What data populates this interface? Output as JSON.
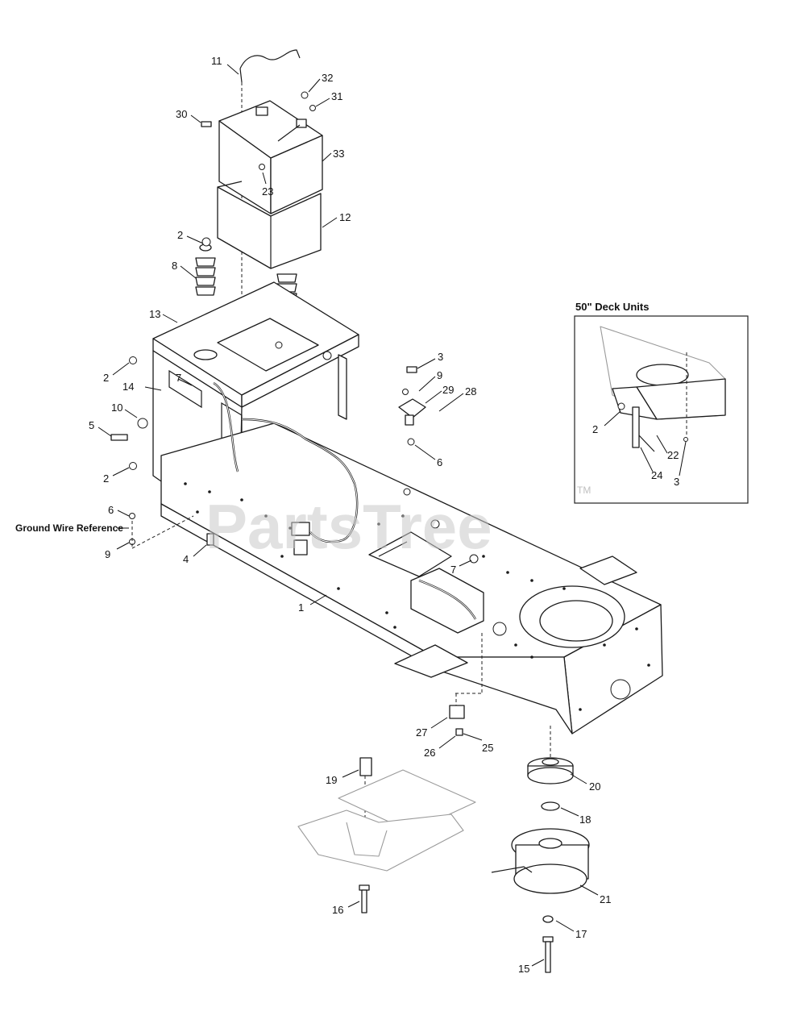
{
  "diagram": {
    "watermark": "PartsTree",
    "trademark": "TM",
    "ground_wire_reference": "Ground Wire Reference",
    "inset": {
      "title": "50\" Deck Units"
    },
    "callouts": {
      "c1": "1",
      "c2a": "2",
      "c2b": "2",
      "c2c": "2",
      "c3": "3",
      "c4": "4",
      "c5": "5",
      "c6a": "6",
      "c6b": "6",
      "c7a": "7",
      "c7b": "7",
      "c8": "8",
      "c9a": "9",
      "c9b": "9",
      "c10": "10",
      "c11": "11",
      "c12": "12",
      "c13": "13",
      "c14": "14",
      "c15": "15",
      "c16": "16",
      "c17": "17",
      "c18": "18",
      "c19": "19",
      "c20": "20",
      "c21": "21",
      "c23": "23",
      "c25": "25",
      "c26": "26",
      "c27": "27",
      "c28": "28",
      "c29": "29",
      "c30": "30",
      "c31": "31",
      "c32": "32",
      "c33": "33"
    },
    "inset_callouts": {
      "i2": "2",
      "i22": "22",
      "i24": "24",
      "i3": "3"
    }
  }
}
